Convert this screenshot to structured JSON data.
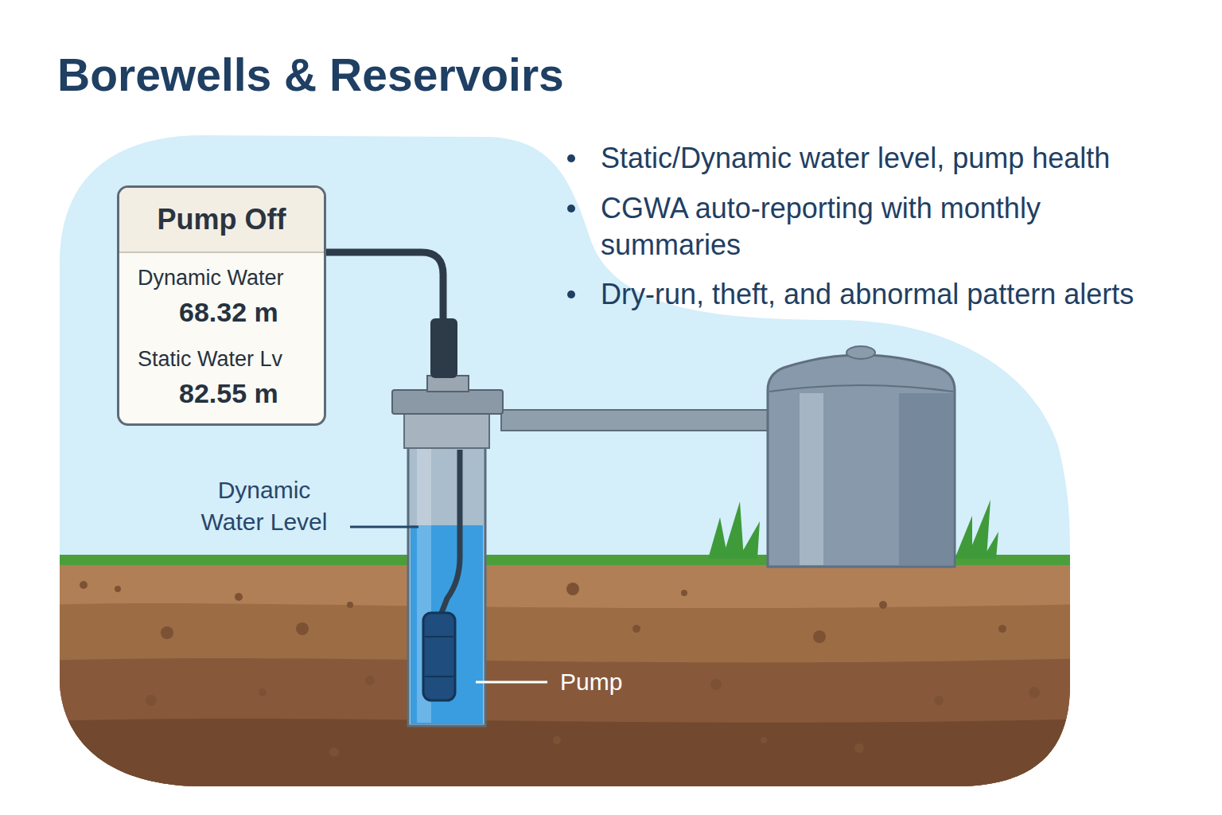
{
  "diagram": {
    "title": "Borewells & Reservoirs",
    "nodes": [
      {
        "text": [
          "Pump Off",
          "Dynamic Water",
          "68.32 m",
          "Static Water Lv",
          "82.55 m"
        ]
      }
    ],
    "labels": [
      "Static/Dynamic water level, pump health",
      "CGWA auto-reporting with monthly summaries",
      "Dry-run, theft, and abnormal pattern alerts",
      "Dynamic Water Level",
      "Pump"
    ]
  }
}
